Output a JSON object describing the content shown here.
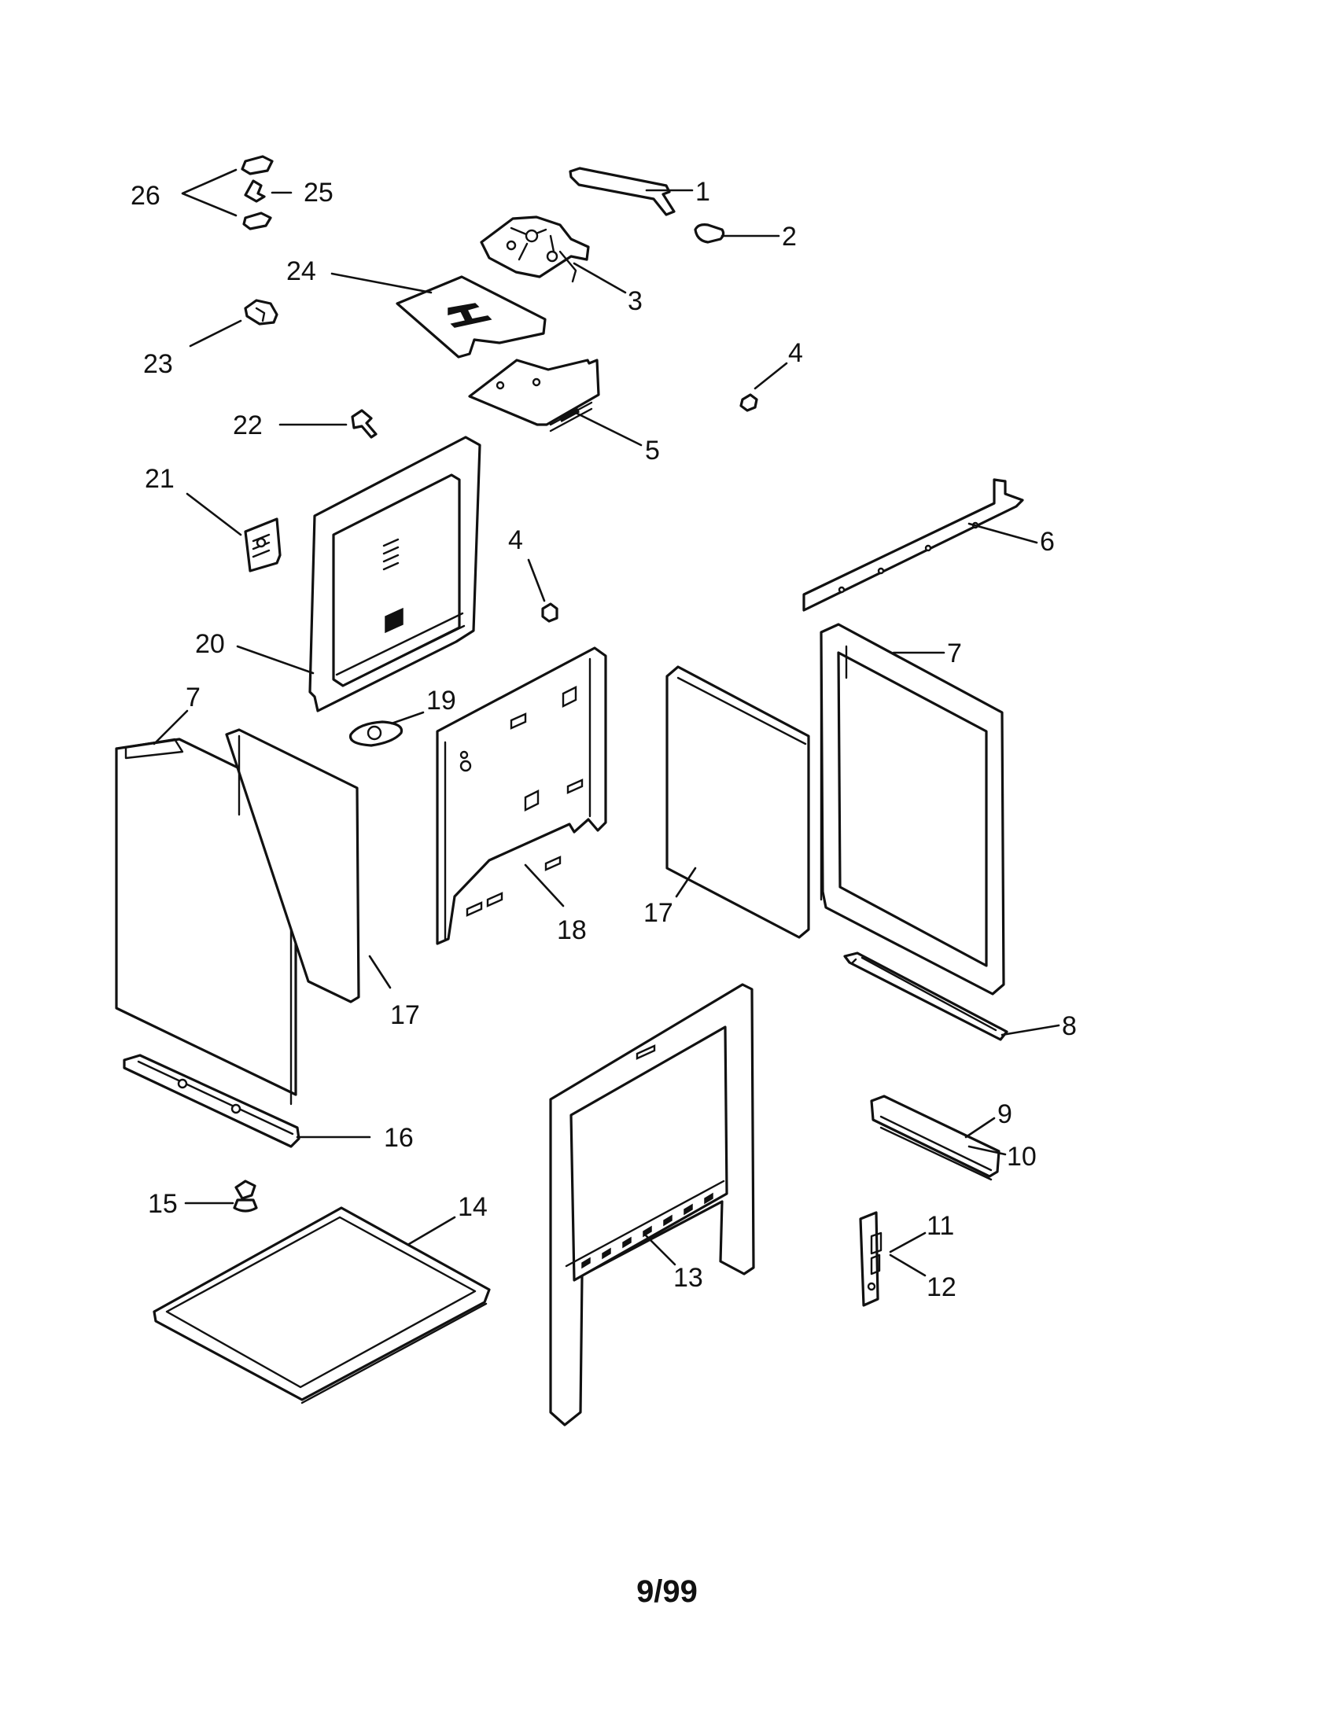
{
  "callouts": {
    "c1": "1",
    "c2": "2",
    "c3": "3",
    "c4a": "4",
    "c4b": "4",
    "c5": "5",
    "c6": "6",
    "c7a": "7",
    "c7b": "7",
    "c8": "8",
    "c9": "9",
    "c10": "10",
    "c11": "11",
    "c12": "12",
    "c13": "13",
    "c14": "14",
    "c15": "15",
    "c16": "16",
    "c17a": "17",
    "c17b": "17",
    "c18": "18",
    "c19": "19",
    "c20": "20",
    "c21": "21",
    "c22": "22",
    "c23": "23",
    "c24": "24",
    "c25": "25",
    "c26": "26"
  },
  "footer": {
    "page_label": "9/99"
  },
  "colors": {
    "line": "#111111",
    "background": "#ffffff"
  }
}
